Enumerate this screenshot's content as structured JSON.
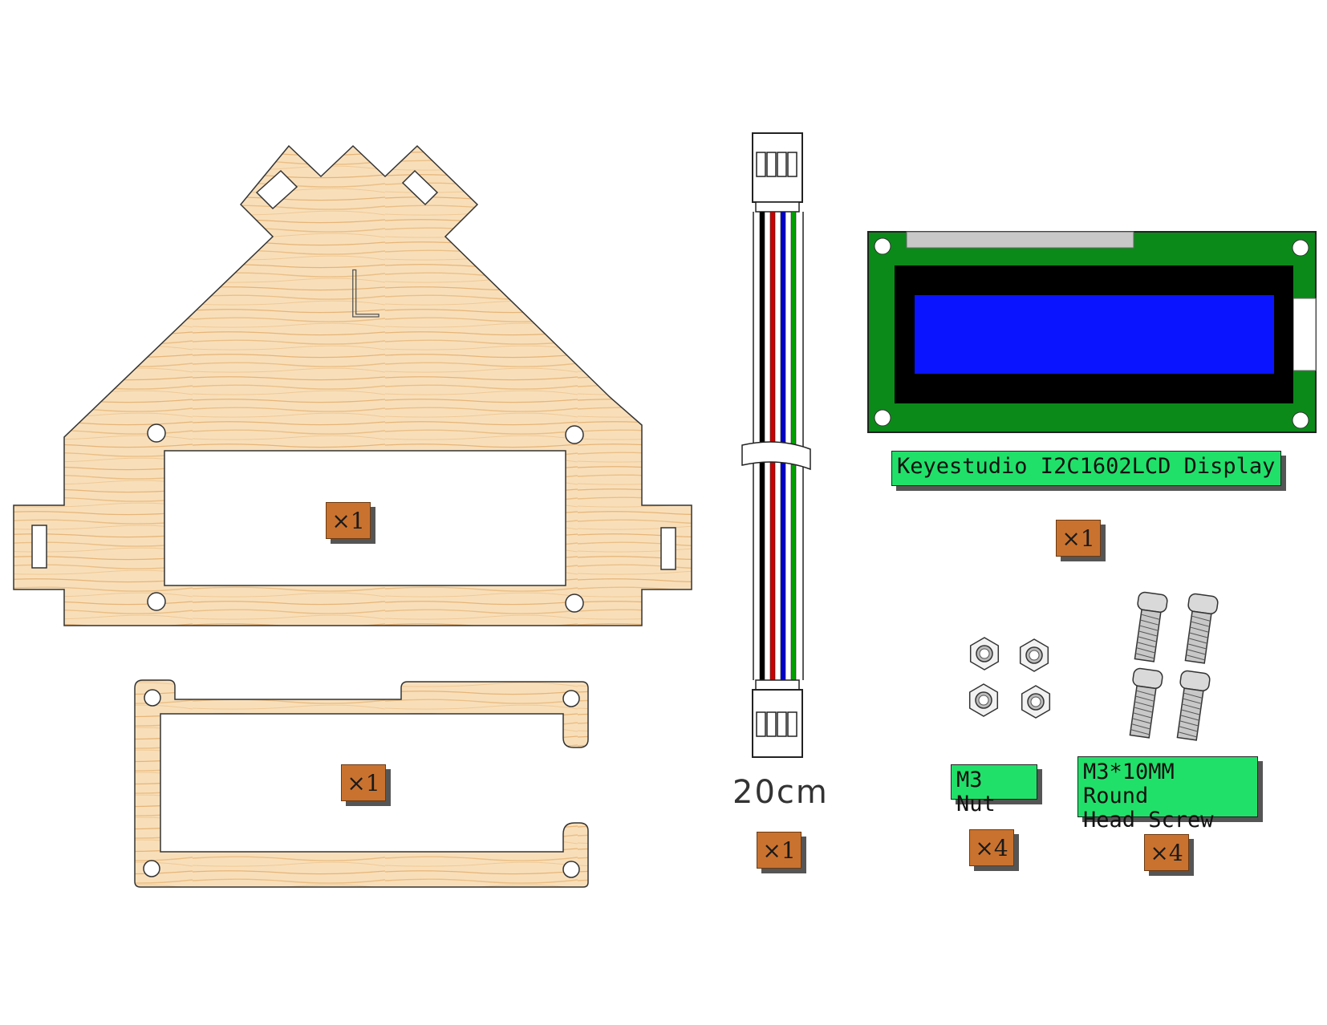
{
  "colors": {
    "wood": "#f8dfba",
    "wood_grain": "#e9b77a",
    "pcb_green": "#0b8a1a",
    "lcd_blue": "#0a14ff",
    "label_green": "#21e06a",
    "badge_orange": "#c9722f"
  },
  "top_panel": {
    "engraving": "L",
    "quantity": "×1"
  },
  "bracket": {
    "quantity": "×1"
  },
  "cable": {
    "length_label": "20cm",
    "quantity": "×1",
    "wire_colors": [
      "#000000",
      "#cc0000",
      "#0000cc",
      "#00a000"
    ]
  },
  "lcd": {
    "label": "Keyestudio I2C1602LCD Display",
    "quantity": "×1"
  },
  "nut": {
    "label": "M3 Nut",
    "quantity": "×4"
  },
  "screw": {
    "label": "M3*10MM Round\nHead Screw",
    "quantity": "×4"
  }
}
